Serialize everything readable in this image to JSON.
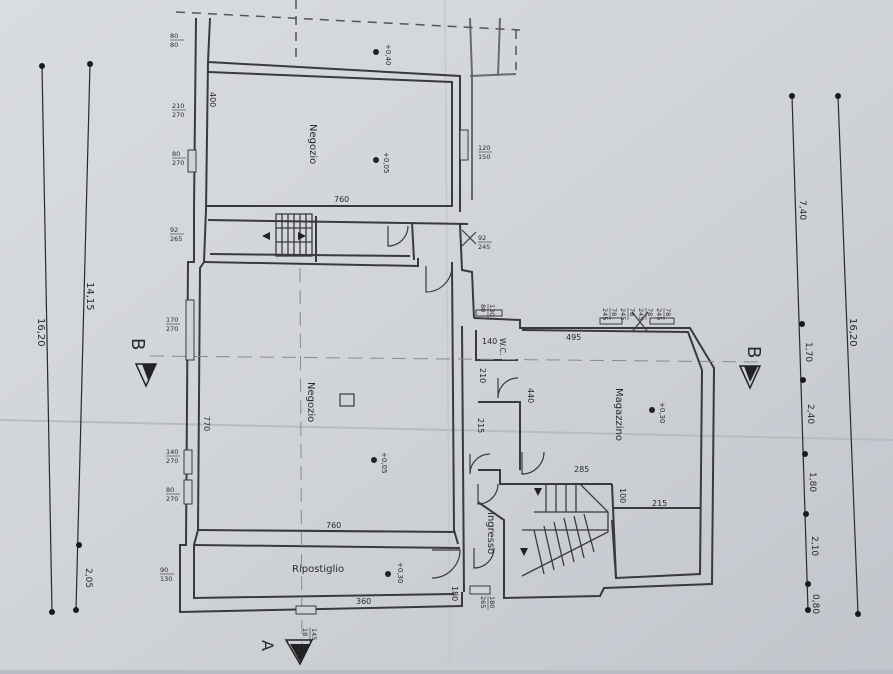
{
  "rooms": {
    "negozio_top": {
      "name": "Negozio",
      "level": "+0,05"
    },
    "negozio_main": {
      "name": "Negozio",
      "level": "+0,05"
    },
    "magazzino": {
      "name": "Magazzino",
      "level": "+0,30"
    },
    "ripostiglio": {
      "name": "Ripostiglio",
      "level": "+0,30"
    },
    "ingresso": {
      "name": "Ingresso"
    },
    "wc": {
      "name": "W.C."
    },
    "outside": {
      "level": "+0,40"
    }
  },
  "dims": {
    "d400": "400",
    "d760a": "760",
    "d760b": "760",
    "d770": "770",
    "d360": "360",
    "d495": "495",
    "d440": "440",
    "d285": "285",
    "d215a": "215",
    "d215b": "215",
    "d210": "210",
    "d140": "140",
    "d100": "100",
    "d180": "180"
  },
  "openings": {
    "o1": [
      "80",
      "80"
    ],
    "o2": [
      "210",
      "270"
    ],
    "o3": [
      "80",
      "270"
    ],
    "o4": [
      "92",
      "265"
    ],
    "o5": [
      "170",
      "270"
    ],
    "o6": [
      "140",
      "270"
    ],
    "o7": [
      "80",
      "270"
    ],
    "o8": [
      "90",
      "130"
    ],
    "o9": [
      "120",
      "150"
    ],
    "o10": [
      "92",
      "245"
    ],
    "o11": [
      "130",
      "80"
    ],
    "o12": [
      "180",
      "265"
    ],
    "o13": [
      "78",
      "245"
    ],
    "o14": [
      "78",
      "245"
    ],
    "o15": [
      "78",
      "245"
    ],
    "o16": [
      "78",
      "245"
    ],
    "o17": [
      "145",
      "18"
    ]
  },
  "overall": {
    "total_outer": "16,20",
    "total_inner": "14,15",
    "seg_bottom": "2,05",
    "right_total": "16,20",
    "right_segments": [
      "7,40",
      "1,70",
      "2,40",
      "1,80",
      "2,10",
      "0,80"
    ]
  },
  "sections": {
    "b_left": "B",
    "b_right": "B",
    "a_bottom": "A"
  }
}
